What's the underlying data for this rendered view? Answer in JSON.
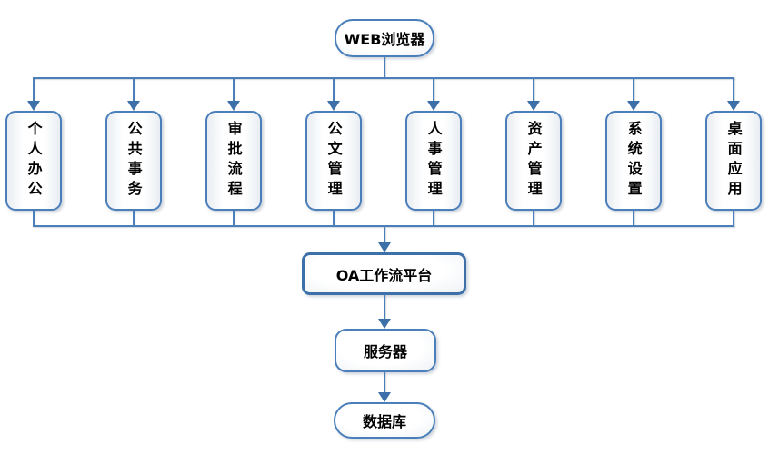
{
  "nodes": {
    "browser": {
      "label": "WEB浏览器"
    },
    "platform": {
      "label": "OA工作流平台"
    },
    "server": {
      "label": "服务器"
    },
    "database": {
      "label": "数据库"
    }
  },
  "modules": [
    {
      "label": "个人办公"
    },
    {
      "label": "公共事务"
    },
    {
      "label": "审批流程"
    },
    {
      "label": "公文管理"
    },
    {
      "label": "人事管理"
    },
    {
      "label": "资产管理"
    },
    {
      "label": "系统设置"
    },
    {
      "label": "桌面应用"
    }
  ],
  "colors": {
    "accent": "#4a7fba",
    "accent_dark": "#3d6fa8",
    "node_fill": "#ffffff",
    "text": "#000000",
    "background": "#ffffff"
  }
}
